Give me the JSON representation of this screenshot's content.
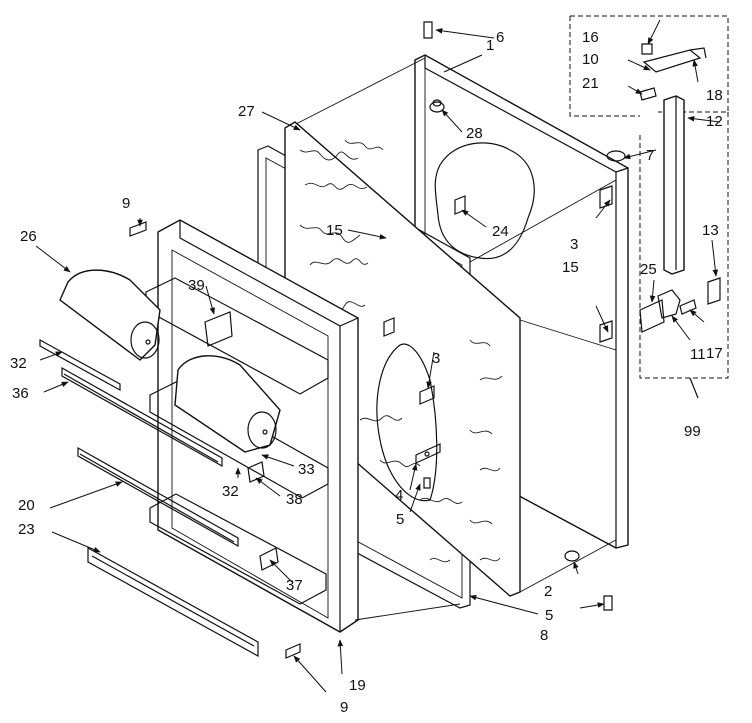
{
  "diagram": {
    "part_labels": {
      "p1": "1",
      "p2": "2",
      "p3a": "3",
      "p3b": "3",
      "p4": "4",
      "p5a": "5",
      "p5b": "5",
      "p6": "6",
      "p7": "7",
      "p8": "8",
      "p9a": "9",
      "p9b": "9",
      "p10": "10",
      "p11": "11",
      "p12": "12",
      "p13": "13",
      "p15a": "15",
      "p15b": "15",
      "p16": "16",
      "p17": "17",
      "p18": "18",
      "p19": "19",
      "p20": "20",
      "p21": "21",
      "p23": "23",
      "p24": "24",
      "p25": "25",
      "p26": "26",
      "p27": "27",
      "p28": "28",
      "p32a": "32",
      "p32b": "32",
      "p33": "33",
      "p36": "36",
      "p37": "37",
      "p38": "38",
      "p39": "39",
      "p99": "99"
    }
  }
}
